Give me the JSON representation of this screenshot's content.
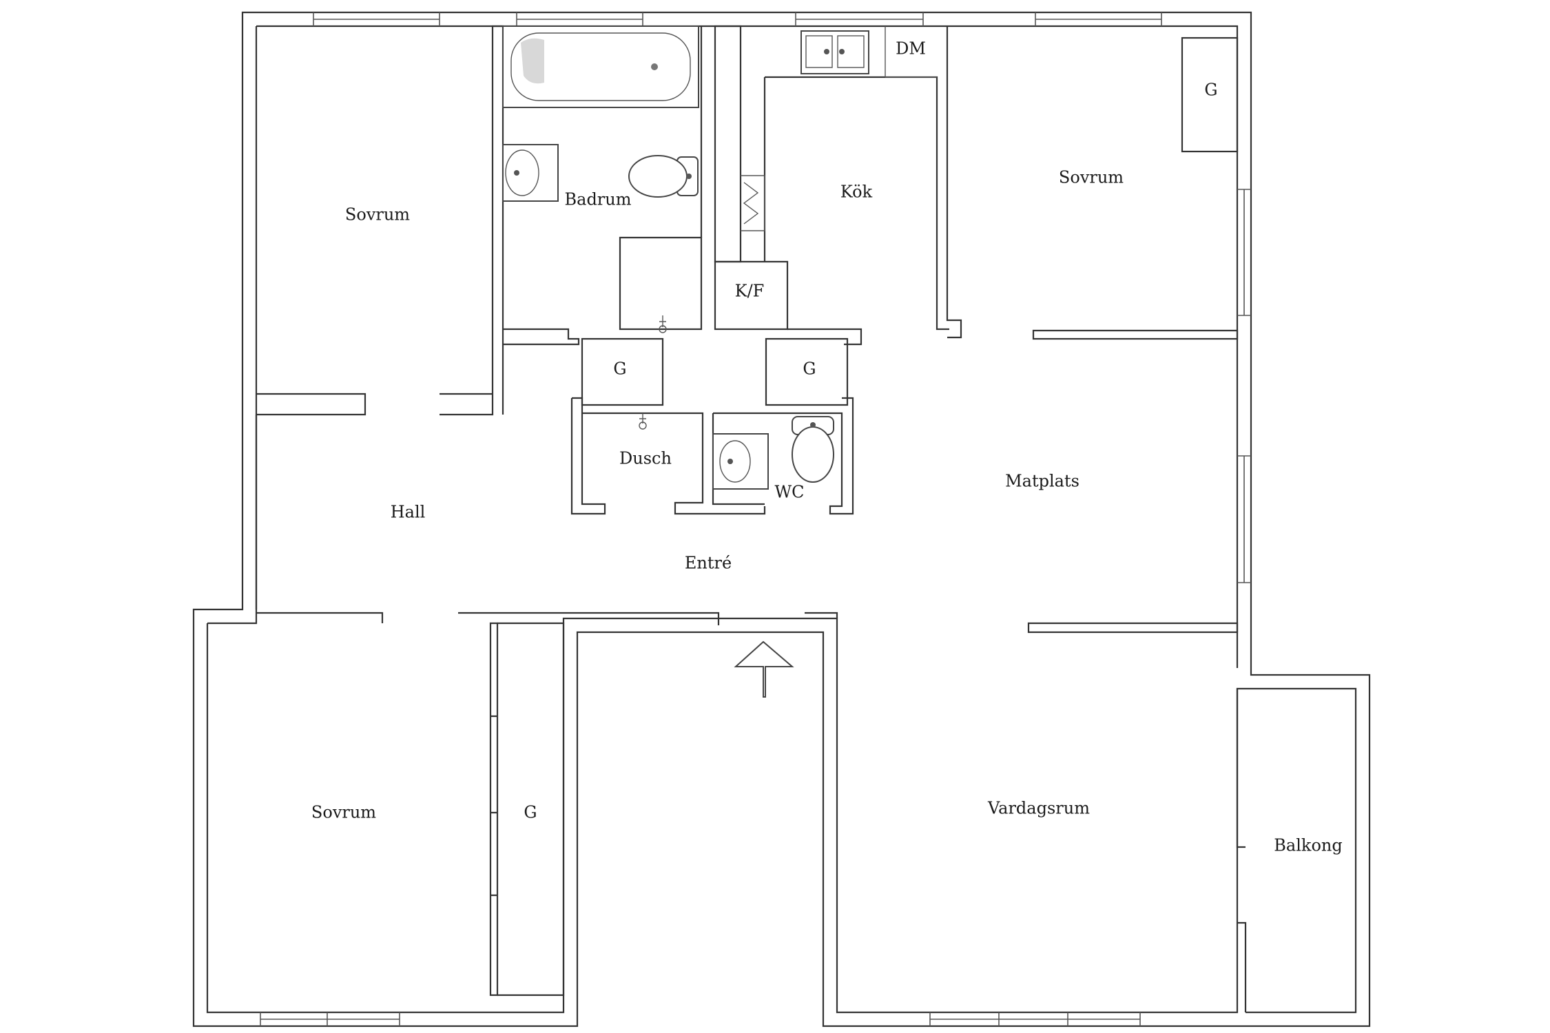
{
  "plan": {
    "rooms": {
      "sovrum_top_left": "Sovrum",
      "badrum": "Badrum",
      "kok": "Kök",
      "dm": "DM",
      "sovrum_top_right": "Sovrum",
      "garderob_top_right": "G",
      "kf": "K/F",
      "garderob_hall_left": "G",
      "garderob_hall_right": "G",
      "dusch": "Dusch",
      "wc": "WC",
      "hall": "Hall",
      "matplats": "Matplats",
      "entre": "Entré",
      "sovrum_bottom_left": "Sovrum",
      "garderob_bottom": "G",
      "vardagsrum": "Vardagsrum",
      "balkong": "Balkong"
    }
  }
}
